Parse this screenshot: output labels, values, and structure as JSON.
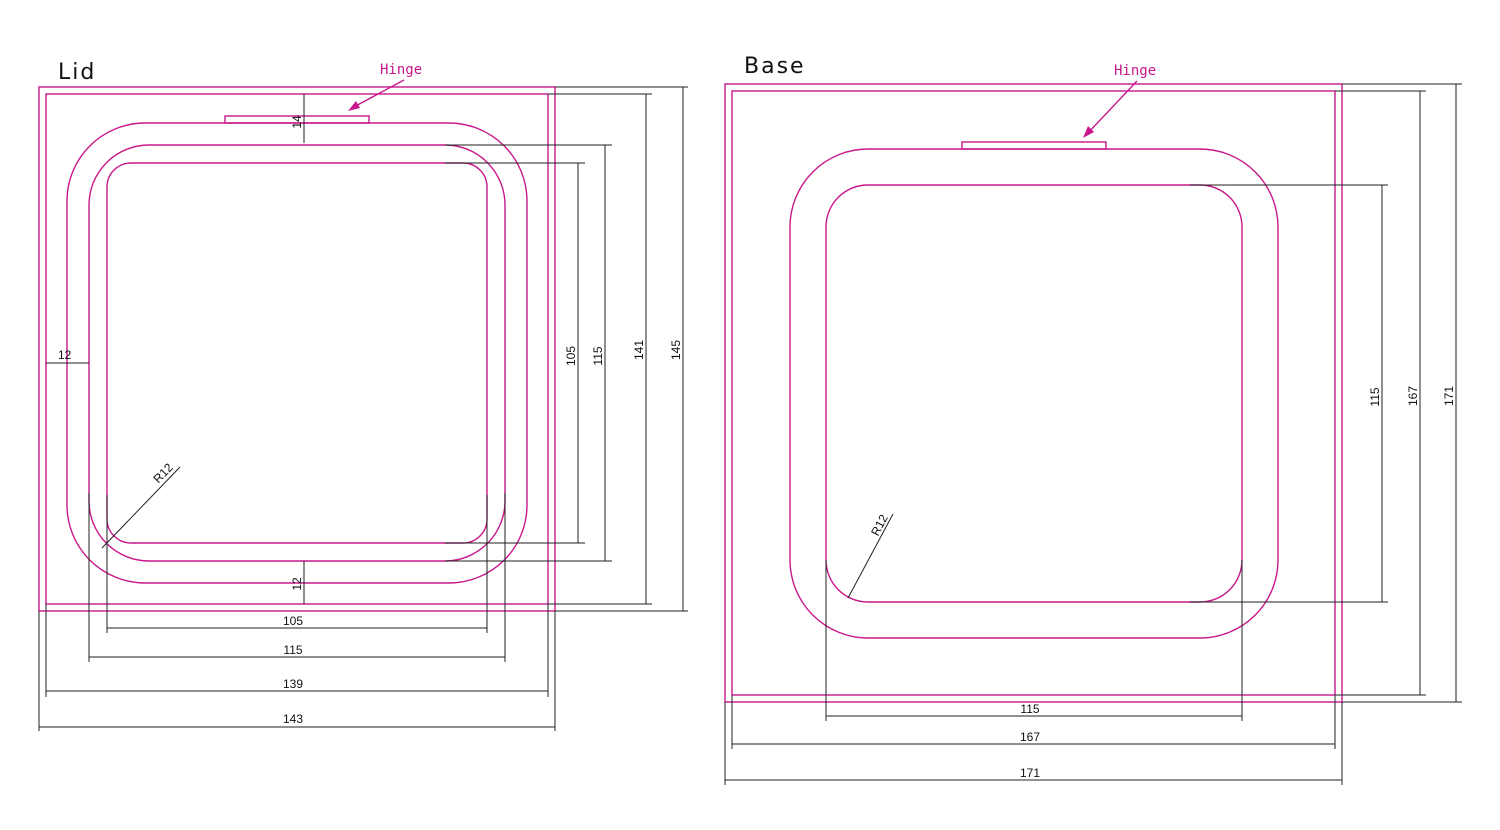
{
  "lid": {
    "title": "Lid",
    "hinge_label": "Hinge",
    "dims": {
      "hinge_gap": "14",
      "side_margin": "12",
      "bottom_margin": "12",
      "inner_v": "105",
      "mid_v": "115",
      "outer_v": "141",
      "overall_v": "145",
      "inner_h": "105",
      "mid_h": "115",
      "outer_h": "139",
      "overall_h": "143",
      "radius": "R12"
    }
  },
  "base": {
    "title": "Base",
    "hinge_label": "Hinge",
    "dims": {
      "inner_v": "115",
      "outer_v": "167",
      "overall_v": "171",
      "inner_h": "115",
      "outer_h": "167",
      "overall_h": "171",
      "radius": "R12"
    }
  },
  "colors": {
    "outline": "#c8188c",
    "dimension": "#222222"
  }
}
